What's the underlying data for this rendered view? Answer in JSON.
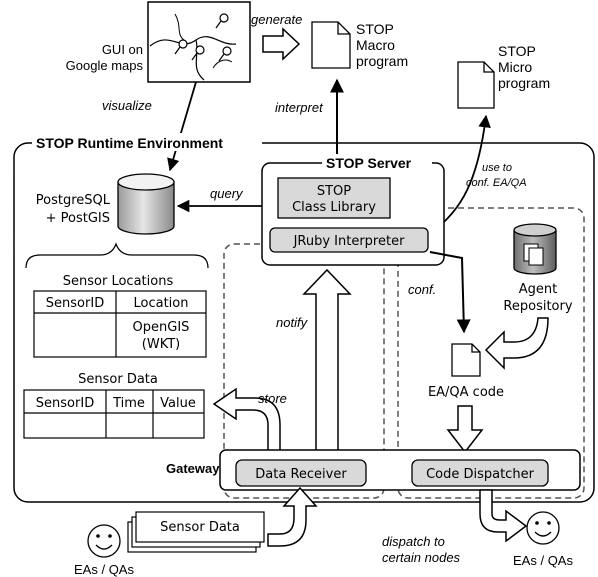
{
  "gui": {
    "label_line1": "GUI on",
    "label_line2": "Google maps"
  },
  "labels": {
    "generate": "generate",
    "visualize": "visualize",
    "interpret": "interpret",
    "use_to_line1": "use to",
    "use_to_line2": "conf. EA/QA",
    "query": "query",
    "conf": "conf.",
    "notify": "notify",
    "store": "store",
    "dispatch_line1": "dispatch to",
    "dispatch_line2": "certain nodes"
  },
  "macro": {
    "line1": "STOP",
    "line2": "Macro",
    "line3": "program"
  },
  "micro": {
    "line1": "STOP",
    "line2": "Micro",
    "line3": "program"
  },
  "runtime": {
    "title": "STOP Runtime Environment"
  },
  "server": {
    "title": "STOP Server",
    "class_lib_line1": "STOP",
    "class_lib_line2": "Class Library",
    "jruby": "JRuby Interpreter"
  },
  "db": {
    "line1": "PostgreSQL",
    "line2": "+ PostGIS"
  },
  "sensor_locations": {
    "title": "Sensor Locations",
    "headers": [
      "SensorID",
      "Location"
    ],
    "cell_line1": "OpenGIS",
    "cell_line2": "(WKT)"
  },
  "sensor_data_table": {
    "title": "Sensor Data",
    "headers": [
      "SensorID",
      "Time",
      "Value"
    ]
  },
  "repo": {
    "line1": "Agent",
    "line2": "Repository"
  },
  "code_doc": {
    "label": "EA/QA code"
  },
  "gateway": {
    "title": "Gateway",
    "receiver": "Data Receiver",
    "dispatcher": "Code Dispatcher"
  },
  "sensor_stack": {
    "label": "Sensor Data"
  },
  "eas_left": {
    "label": "EAs / QAs"
  },
  "eas_right": {
    "label": "EAs / QAs"
  }
}
